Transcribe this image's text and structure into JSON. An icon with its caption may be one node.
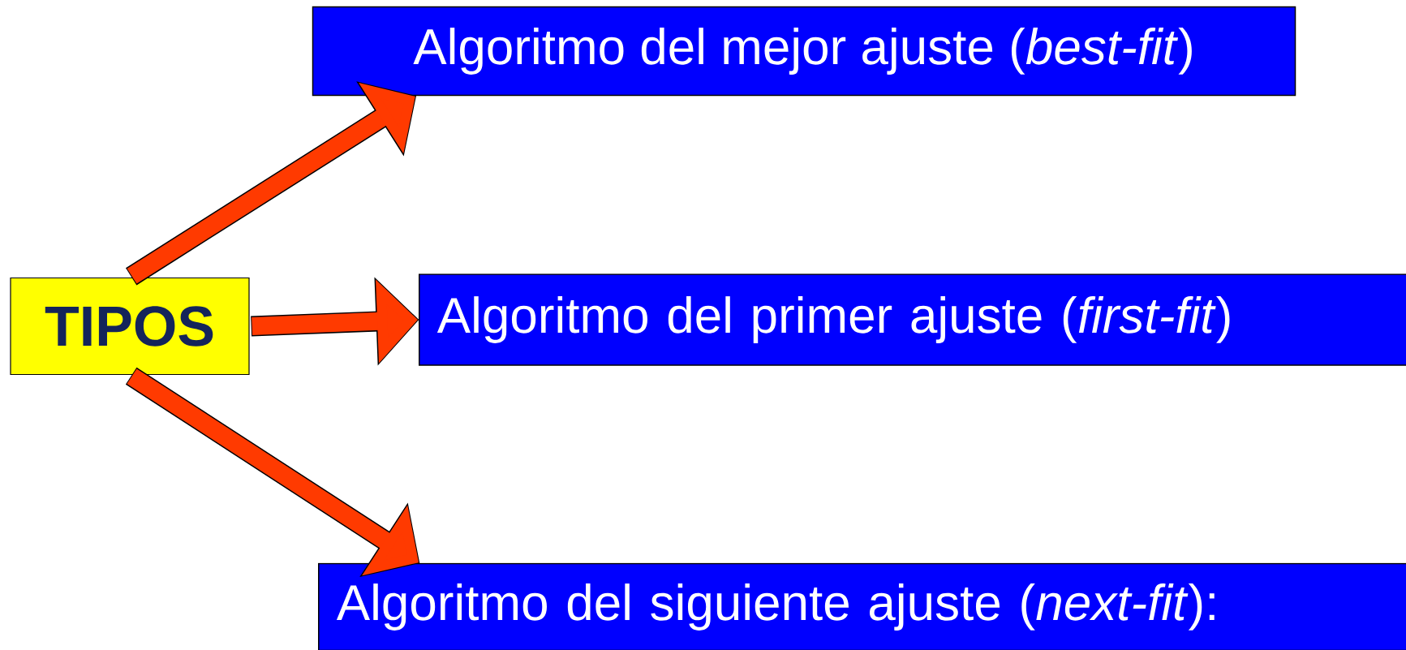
{
  "diagram": {
    "nodes": [
      {
        "text": [
          "TIPOS"
        ]
      },
      {
        "text": [
          "Algoritmo del mejor ajuste (*best-fit*)"
        ]
      },
      {
        "text": [
          "Algoritmo del primer ajuste (*first-fit*)"
        ]
      },
      {
        "text": [
          "Algoritmo del siguiente ajuste (*next-fit*):"
        ]
      }
    ],
    "edges": [
      {
        "from": 0,
        "to": 1,
        "arrow": "to"
      },
      {
        "from": 0,
        "to": 2,
        "arrow": "to"
      },
      {
        "from": 0,
        "to": 3,
        "arrow": "to"
      }
    ]
  }
}
